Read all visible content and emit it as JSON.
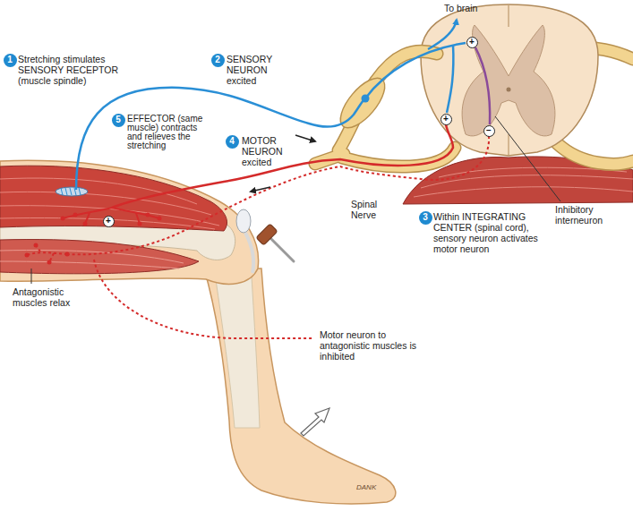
{
  "diagram": {
    "nodes": [
      {
        "text": [
          "1"
        ]
      },
      {
        "text": [
          "2"
        ]
      },
      {
        "text": [
          "5"
        ]
      },
      {
        "text": [
          "4"
        ]
      },
      {
        "text": [
          "3"
        ]
      },
      {
        "text": [
          "+"
        ]
      },
      {
        "text": [
          "+"
        ]
      },
      {
        "text": [
          "−"
        ]
      },
      {
        "text": [
          "+"
        ]
      }
    ],
    "labels": [
      "To brain",
      "Stretching stimulates SENSORY RECEPTOR (muscle spindle)",
      "SENSORY NEURON excited",
      "EFFECTOR (same muscle) contracts and relieves the stretching",
      "MOTOR NEURON excited",
      "Spinal Nerve",
      "Within INTEGRATING CENTER (spinal cord), sensory neuron activates motor neuron",
      "Inhibitory interneuron",
      "Antagonistic muscles relax",
      "Motor neuron to antagonistic muscles is inhibited",
      "DANK"
    ]
  }
}
